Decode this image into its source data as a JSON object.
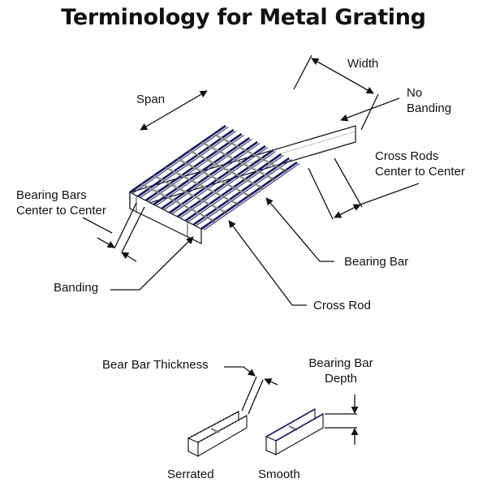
{
  "title": "Terminology for Metal Grating",
  "labels": {
    "width": "Width",
    "span": "Span",
    "no_banding_line1": "No",
    "no_banding_line2": "Banding",
    "cross_rods_line1": "Cross Rods",
    "cross_rods_line2": "Center to Center",
    "bearing_bars_line1": "Bearing Bars",
    "bearing_bars_line2": "Center to Center",
    "bearing_bar": "Bearing Bar",
    "banding": "Banding",
    "cross_rod": "Cross Rod",
    "bear_bar_thickness": "Bear Bar Thickness",
    "bearing_bar_depth_line1": "Bearing Bar",
    "bearing_bar_depth_line2": "Depth",
    "serrated": "Serrated",
    "smooth": "Smooth"
  },
  "colors": {
    "bar": "#1c1a5e",
    "line": "#111111"
  }
}
